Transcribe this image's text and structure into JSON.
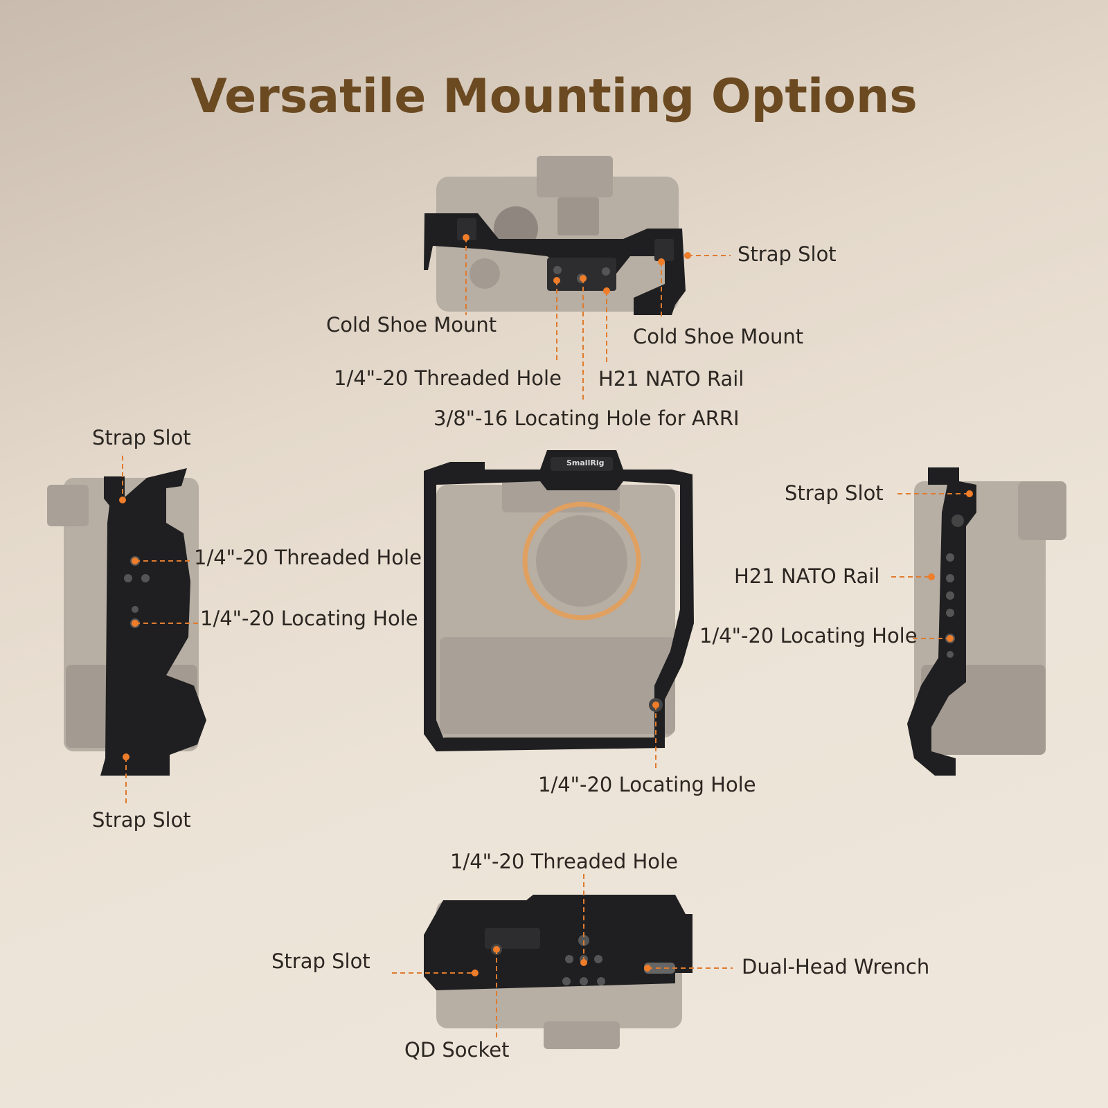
{
  "title": "Versatile Mounting Options",
  "top_view": {
    "strap_slot": "Strap Slot",
    "cold_shoe_left": "Cold Shoe Mount",
    "cold_shoe_right": "Cold Shoe Mount",
    "threaded_hole": "1/4\"-20 Threaded Hole",
    "nato_rail": "H21 NATO Rail",
    "locating_hole_arri": "3/8\"-16 Locating Hole for ARRI"
  },
  "left_view": {
    "strap_slot_top": "Strap Slot",
    "threaded_hole": "1/4\"-20 Threaded Hole",
    "locating_hole": "1/4\"-20 Locating Hole",
    "strap_slot_bottom": "Strap Slot"
  },
  "front_view": {
    "brand": "SmallRig",
    "locating_hole": "1/4\"-20 Locating Hole"
  },
  "right_view": {
    "strap_slot": "Strap Slot",
    "nato_rail": "H21 NATO Rail",
    "locating_hole": "1/4\"-20 Locating Hole"
  },
  "bottom_view": {
    "threaded_hole": "1/4\"-20 Threaded Hole",
    "strap_slot": "Strap Slot",
    "wrench": "Dual-Head Wrench",
    "qd_socket": "QD Socket"
  },
  "colors": {
    "title": "#6b4a22",
    "accent_lead": "#e07b2e",
    "cage_metal": "#1f1f21",
    "camera_body": "#b7aea4"
  }
}
